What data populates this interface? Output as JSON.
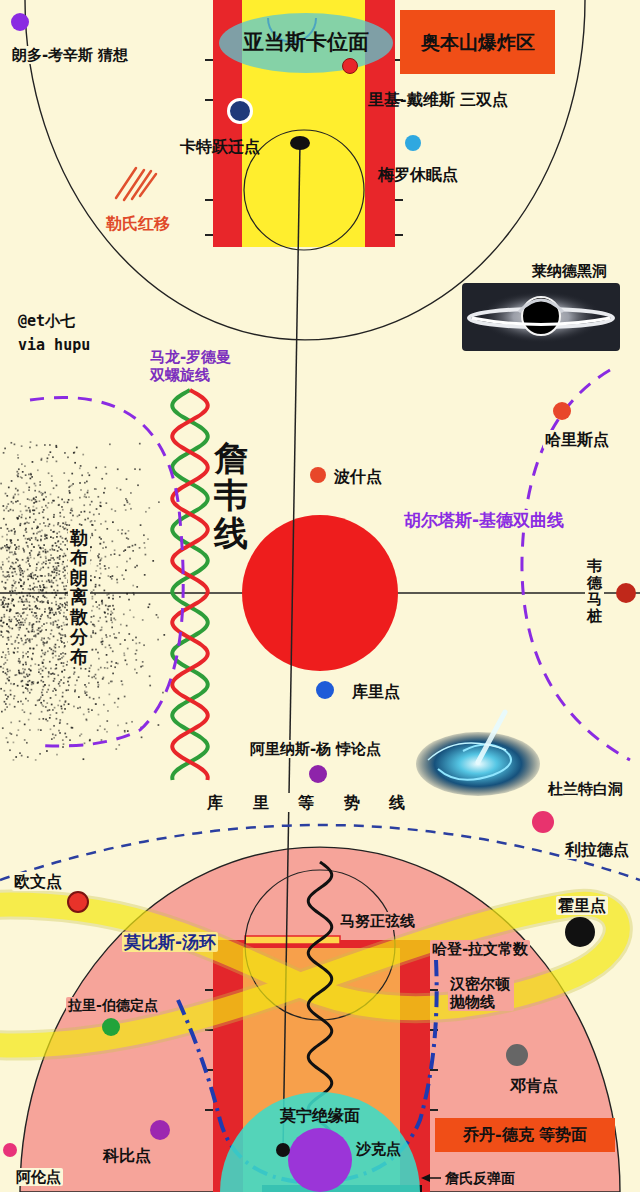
{
  "diagram": {
    "nodes": [
      {
        "text": [
          "朗多-考辛斯 猜想"
        ]
      },
      {
        "text": [
          "亚当斯卡位面"
        ]
      },
      {
        "text": [
          "奥本山爆炸区"
        ]
      },
      {
        "text": [
          "里基-戴维斯 三双点"
        ]
      },
      {
        "text": [
          "卡特跃迁点"
        ]
      },
      {
        "text": [
          "梅罗休眠点"
        ]
      },
      {
        "text": [
          "哈里斯点"
        ]
      },
      {
        "text": [
          "波什点"
        ]
      },
      {
        "text": [
          "韦德马桩"
        ]
      },
      {
        "text": [
          "库里点"
        ]
      },
      {
        "text": [
          "阿里纳斯-杨 悖论点"
        ]
      },
      {
        "text": [
          "利拉德点"
        ]
      },
      {
        "text": [
          "欧文点"
        ]
      },
      {
        "text": [
          "霍里点"
        ]
      },
      {
        "text": [
          "拉里-伯德定点"
        ]
      },
      {
        "text": [
          "邓肯点"
        ]
      },
      {
        "text": [
          "莫宁绝缘面"
        ]
      },
      {
        "text": [
          "沙克点"
        ],
        "in": 16
      },
      {
        "text": [
          "科比点"
        ]
      },
      {
        "text": [
          "乔丹-德克 等势面"
        ]
      },
      {
        "text": [
          "阿伦点"
        ]
      }
    ],
    "labels": [
      "@et小七",
      "via hupu",
      "勒氏红移",
      "莱纳德黑洞",
      "马龙-罗德曼 双螺旋线",
      "詹韦线",
      "胡尔塔斯-基德双曲线",
      "勒布朗离散分布",
      "杜兰特白洞",
      "库 里 等 势 线",
      "莫比斯-汤环",
      "马努正弦线",
      "哈登-拉文常数",
      "汉密尔顿 抛物线",
      "詹氏反弹面"
    ]
  }
}
